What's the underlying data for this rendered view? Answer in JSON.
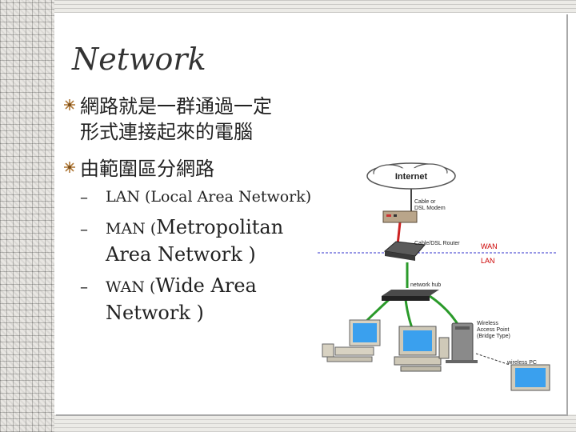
{
  "title": "Network",
  "bullets": [
    {
      "line1": "網路就是一群通過一定",
      "line2": "形式連接起來的電腦"
    },
    {
      "line1": "由範圍區分網路"
    }
  ],
  "sub_bullets": [
    {
      "lines": [
        [
          "LAN (Local Area Network)",
          ""
        ]
      ]
    },
    {
      "lines": [
        [
          "MAN (",
          "Metropolitan"
        ],
        [
          "Area Network )",
          ""
        ]
      ]
    },
    {
      "lines": [
        [
          "WAN (",
          "Wide Area"
        ],
        [
          "Network )",
          ""
        ]
      ]
    }
  ],
  "dash": "–",
  "diagram": {
    "internet": "Internet",
    "modem": "Cable or DSL Modem",
    "modem_line1": "Cable or",
    "modem_line2": "DSL Modem",
    "router": "Cable/DSL Router",
    "wan": "WAN",
    "lan": "LAN",
    "hub": "network hub",
    "ap_line1": "Wireless",
    "ap_line2": "Access Point",
    "ap_line3": "(Bridge Type)",
    "wireless_pc": "wireless PC",
    "colors": {
      "wan": "#cc0000",
      "lan": "#cc0000",
      "cable": "#2a9a2a",
      "wan_cable": "#cc2222",
      "line": "#3333cc"
    }
  }
}
